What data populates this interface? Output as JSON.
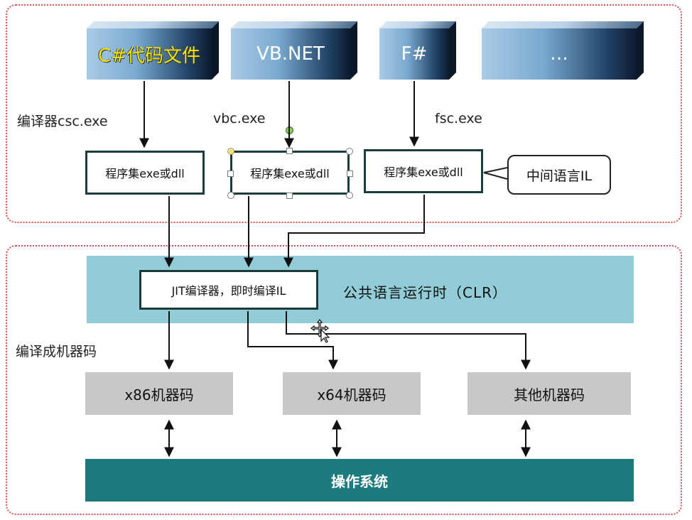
{
  "languages": [
    {
      "label": "C#代码文件"
    },
    {
      "label": "VB.NET"
    },
    {
      "label": "F#"
    },
    {
      "label": "…"
    }
  ],
  "compilers": {
    "csc": "编译器csc.exe",
    "vbc": "vbc.exe",
    "fsc": "fsc.exe"
  },
  "assemblies": [
    "程序集exe或dll",
    "程序集exe或dll",
    "程序集exe或dll"
  ],
  "callout": "中间语言IL",
  "clr": {
    "jit": "JIT编译器，即时编译IL",
    "label": "公共语言运行时（CLR）"
  },
  "compile_label": "编译成机器码",
  "machine_codes": [
    "x86机器码",
    "x64机器码",
    "其他机器码"
  ],
  "os": "操作系统",
  "colors": {
    "region_border": "#e05050",
    "clr_band": "#92ccd6",
    "os_band": "#1c7b7e",
    "machine_code_box": "#c8c8c8",
    "box_border": "#1c3c3c"
  }
}
